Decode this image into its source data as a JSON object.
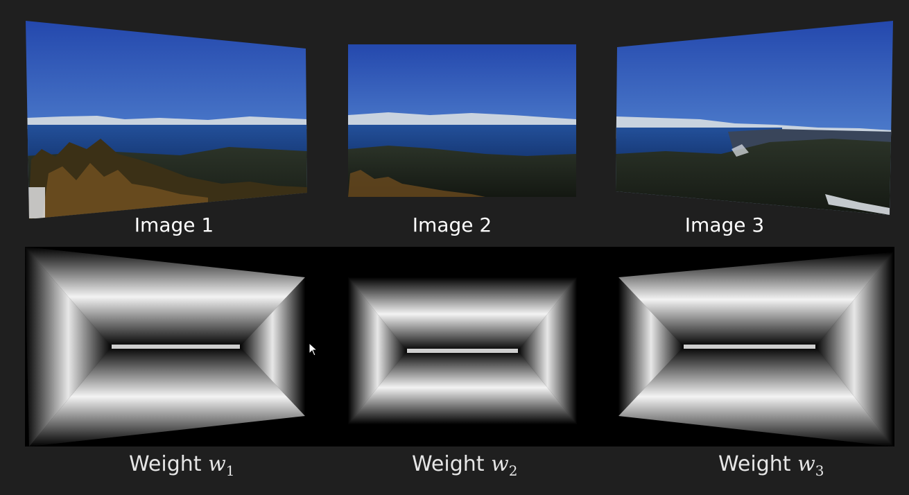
{
  "images": [
    {
      "caption": "Image 1"
    },
    {
      "caption": "Image 2"
    },
    {
      "caption": "Image 3"
    }
  ],
  "weights": [
    {
      "label": "Weight",
      "var": "w",
      "sub": "1"
    },
    {
      "label": "Weight",
      "var": "w",
      "sub": "2"
    },
    {
      "label": "Weight",
      "var": "w",
      "sub": "3"
    }
  ],
  "colors": {
    "background": "#1f1f1f",
    "sky_top": "#2a55b8",
    "sky_horizon": "#8db3e3",
    "lake": "#1e4f96",
    "forest": "#1c2218",
    "weight_panel": "#000000"
  }
}
